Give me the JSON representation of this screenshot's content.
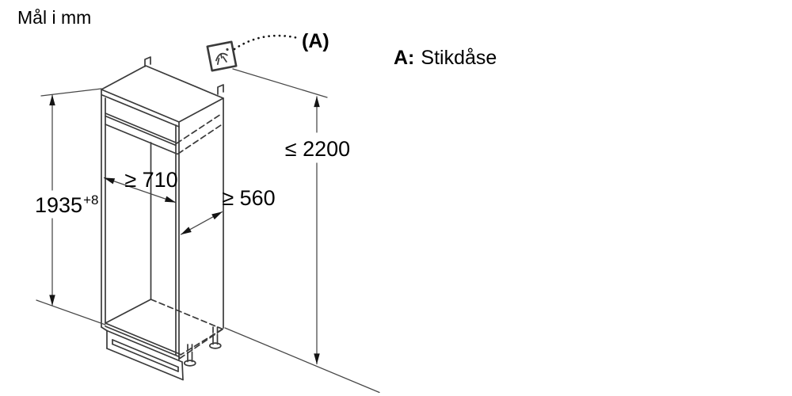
{
  "title": "Mål i mm",
  "legend": {
    "key": "A:",
    "label": "Stikdåse"
  },
  "callout": {
    "label": "(A)"
  },
  "dimensions": {
    "niche_height": {
      "value": "1935",
      "tolerance": "+8"
    },
    "interior_width": "≥ 710",
    "niche_depth": "≥ 560",
    "socket_max_height": "≤ 2200"
  },
  "icons": {
    "socket": "power-socket-icon"
  },
  "colors": {
    "background": "#ffffff",
    "line": "#3a3a3a",
    "dim_line": "#474747",
    "text": "#000000",
    "arrow": "#141414"
  }
}
